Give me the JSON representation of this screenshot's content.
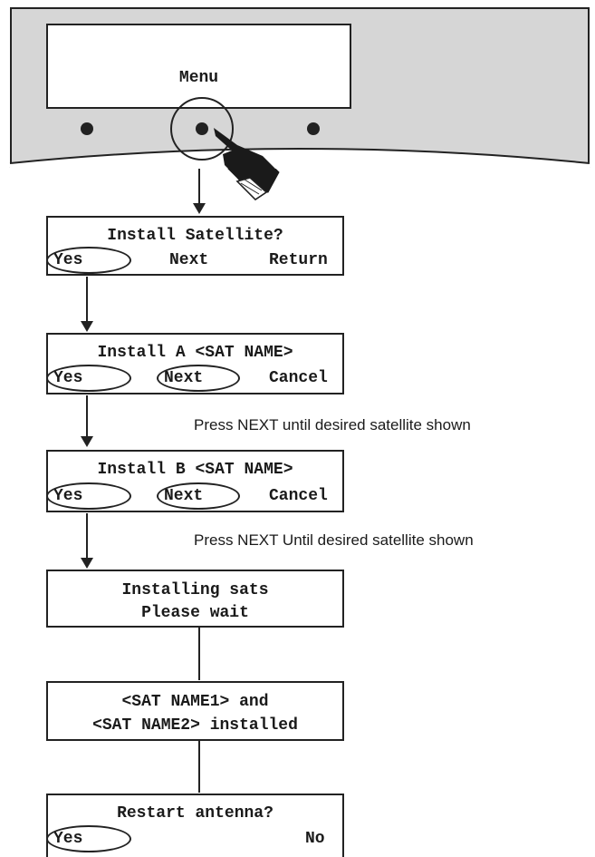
{
  "device": {
    "lcd_text": "Menu"
  },
  "screens": [
    {
      "line1": "Install Satellite?",
      "options": [
        "Yes",
        "Next",
        "Return"
      ],
      "circled": [
        "Yes"
      ]
    },
    {
      "line1": "Install A <SAT NAME>",
      "options": [
        "Yes",
        "Next",
        "Cancel"
      ],
      "circled": [
        "Yes",
        "Next"
      ],
      "note": "Press NEXT until desired satellite shown"
    },
    {
      "line1": "Install B <SAT NAME>",
      "options": [
        "Yes",
        "Next",
        "Cancel"
      ],
      "circled": [
        "Yes",
        "Next"
      ],
      "note": "Press NEXT Until desired satellite shown"
    },
    {
      "line1": "Installing sats",
      "line2": "Please wait"
    },
    {
      "line1": "<SAT NAME1> and",
      "line2": "<SAT NAME2> installed"
    },
    {
      "line1": "Restart antenna?",
      "options": [
        "Yes",
        "No"
      ],
      "circled": [
        "Yes"
      ]
    }
  ]
}
